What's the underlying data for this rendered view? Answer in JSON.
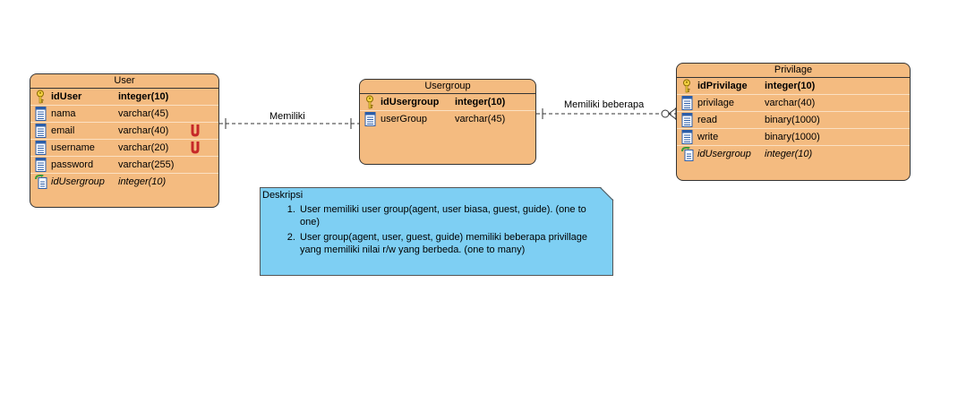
{
  "entities": {
    "user": {
      "title": "User",
      "fields": [
        {
          "name": "idUser",
          "type": "integer(10)",
          "kind": "pk",
          "icon": "key-icon"
        },
        {
          "name": "nama",
          "type": "varchar(45)",
          "kind": "col",
          "icon": "column-icon"
        },
        {
          "name": "email",
          "type": "varchar(40)",
          "kind": "col",
          "icon": "column-icon",
          "unique": true
        },
        {
          "name": "username",
          "type": "varchar(20)",
          "kind": "col",
          "icon": "column-icon",
          "unique": true
        },
        {
          "name": "password",
          "type": "varchar(255)",
          "kind": "col",
          "icon": "column-icon"
        },
        {
          "name": "idUsergroup",
          "type": "integer(10)",
          "kind": "fk",
          "icon": "foreign-key-icon"
        }
      ]
    },
    "usergroup": {
      "title": "Usergroup",
      "fields": [
        {
          "name": "idUsergroup",
          "type": "integer(10)",
          "kind": "pk",
          "icon": "key-icon"
        },
        {
          "name": "userGroup",
          "type": "varchar(45)",
          "kind": "col",
          "icon": "column-icon"
        }
      ]
    },
    "privilage": {
      "title": "Privilage",
      "fields": [
        {
          "name": "idPrivilage",
          "type": "integer(10)",
          "kind": "pk",
          "icon": "key-icon"
        },
        {
          "name": "privilage",
          "type": "varchar(40)",
          "kind": "col",
          "icon": "column-icon"
        },
        {
          "name": "read",
          "type": "binary(1000)",
          "kind": "col",
          "icon": "column-icon"
        },
        {
          "name": "write",
          "type": "binary(1000)",
          "kind": "col",
          "icon": "column-icon"
        },
        {
          "name": "idUsergroup",
          "type": "integer(10)",
          "kind": "fk",
          "icon": "foreign-key-icon"
        }
      ]
    }
  },
  "relationships": {
    "user_usergroup": {
      "label": "Memiliki",
      "cardinality": "one-to-one"
    },
    "usergroup_privilage": {
      "label": "Memiliki beberapa",
      "cardinality": "one-to-many"
    }
  },
  "note": {
    "title": "Deskripsi",
    "items": [
      "User memiliki user group(agent, user biasa, guest, guide). (one to one)",
      "User group(agent, user, guest, guide) memiliki beberapa privillage yang memiliki nilai r/w yang berbeda. (one to many)"
    ]
  },
  "colors": {
    "entity_fill": "#f4bb80",
    "note_fill": "#7ecff3",
    "unique_marker": "#c62828"
  }
}
